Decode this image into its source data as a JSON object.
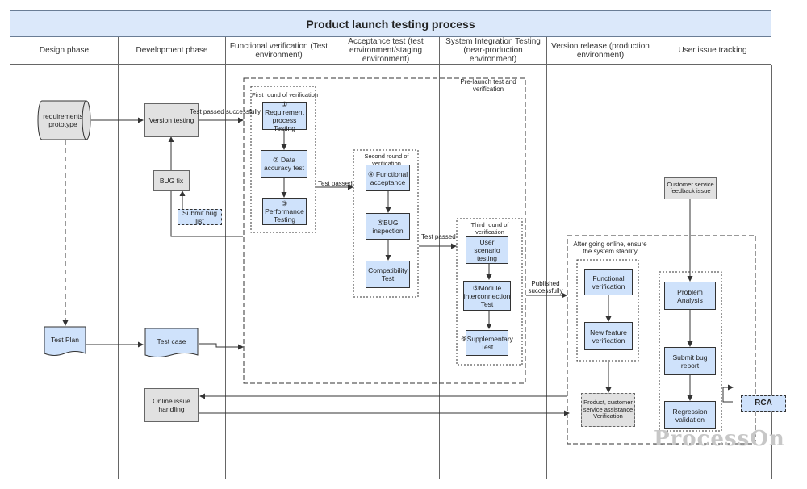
{
  "title": "Product launch testing process",
  "lanes": [
    "Design phase",
    "Development phase",
    "Functional verification (Test environment)",
    "Acceptance test (test environment/staging environment)",
    "System Integration Testing (near-production environment)",
    "Version release (production environment)",
    "User issue tracking"
  ],
  "nodes": {
    "requirements": "requirements prototype",
    "version_testing": "Version testing",
    "bug_fix": "BUG fix",
    "submit_bug_list": "Submit bug list",
    "test_plan": "Test Plan",
    "test_case": "Test case",
    "online_issue": "Online issue handling",
    "req_process": "① Requirement process Testing",
    "data_accuracy": "② Data accuracy test",
    "performance": "③ Performance Testing",
    "functional_acceptance": "④ Functional acceptance",
    "bug_inspection": "⑤BUG inspection",
    "compatibility": "Compatibility Test",
    "user_scenario": "User scenario testing",
    "module_interconnection": "⑥Module interconnection Test",
    "supplementary": "⑨Supplementary Test",
    "functional_verification": "Functional verification",
    "new_feature": "New feature verification",
    "product_cs": "Product, customer service assistance Verification",
    "customer_feedback": "Customer service feedback issue",
    "problem_analysis": "Problem Analysis",
    "submit_bug_report": "Submit bug report",
    "regression": "Regression validation",
    "rca": "RCA"
  },
  "groups": {
    "prelaunch": "Pre-launch test and verification",
    "round1": "First round of verification",
    "round2": "Second round of verification",
    "round3": "Third round of verification",
    "after_online": "After going online, ensure the system stability"
  },
  "edge_labels": {
    "test_passed_successfully": "Test passed successfully",
    "test_passed_1": "Test passed",
    "test_passed_2": "Test passed",
    "published": "Published successfully"
  },
  "watermark": "ProcessOn"
}
